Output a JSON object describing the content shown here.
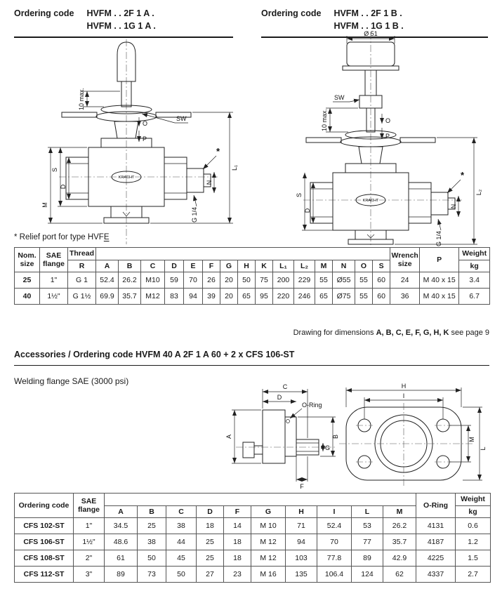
{
  "ordering_left": {
    "label": "Ordering code",
    "code1": "HVFM . . 2F 1 A .",
    "code2": "HVFM . . 1G 1 A ."
  },
  "ordering_right": {
    "label": "Ordering code",
    "code1": "HVFM . . 2F 1 B .",
    "code2": "HVFM . . 1G 1 B ."
  },
  "valve_left": {
    "brand": "KRACHT",
    "dim_10max": "10 max.",
    "dim_o": "O",
    "dim_p": "P",
    "dim_sw": "SW",
    "dim_l": "L₁",
    "dim_s": "S",
    "dim_d": "D",
    "dim_m": "M",
    "dim_n": "N",
    "dim_g": "G 1/4",
    "star": "*"
  },
  "valve_right": {
    "brand": "KRACHT",
    "dim_dia": "Ø 51",
    "dim_10max": "10 max.",
    "dim_o": "O",
    "dim_p": "P",
    "dim_sw": "SW",
    "dim_l": "L₂",
    "dim_s": "S",
    "dim_d": "D",
    "dim_n": "N",
    "dim_g": "G 1/4",
    "star": "*"
  },
  "relief_note": {
    "text": "* Relief port for type HVF",
    "underlined": "E"
  },
  "dim_table": {
    "headers": {
      "nom": "Nom. size",
      "sae": "SAE flange",
      "thread": "Thread",
      "thread_sub": "R",
      "dims": [
        "A",
        "B",
        "C",
        "D",
        "E",
        "F",
        "G",
        "H",
        "K",
        "L₁",
        "L₂",
        "M",
        "N",
        "O",
        "S"
      ],
      "wrench": "Wrench size",
      "p": "P",
      "weight": "Weight",
      "weight_sub": "kg"
    },
    "rows": [
      [
        "25",
        "1\"",
        "G 1",
        "52.4",
        "26.2",
        "M10",
        "59",
        "70",
        "26",
        "20",
        "50",
        "75",
        "200",
        "229",
        "55",
        "Ø55",
        "55",
        "60",
        "24",
        "M 40 x 15",
        "3.4"
      ],
      [
        "40",
        "1½\"",
        "G 1½",
        "69.9",
        "35.7",
        "M12",
        "83",
        "94",
        "39",
        "20",
        "65",
        "95",
        "220",
        "246",
        "65",
        "Ø75",
        "55",
        "60",
        "36",
        "M 40 x 15",
        "6.7"
      ]
    ]
  },
  "note_drawing": {
    "prefix": "Drawing for dimensions ",
    "letters": "A, B, C, E, F, G, H, K",
    "suffix": " see page 9"
  },
  "accessories": {
    "title": "Accessories / Ordering code  HVFM 40 A 2F 1 A 60 + 2 x CFS 106-ST"
  },
  "welding": {
    "title": "Welding flange SAE (3000 psi)"
  },
  "flange_section": {
    "dim_c": "C",
    "dim_d": "D",
    "oring": "O-Ring",
    "dim_a": "A",
    "dim_b": "B",
    "dim_g": "G",
    "dim_f": "F"
  },
  "flange_front": {
    "dim_h": "H",
    "dim_i": "I",
    "dim_l": "L",
    "dim_m": "M"
  },
  "flange_table": {
    "headers": {
      "ordering": "Ordering code",
      "sae": "SAE flange",
      "dims": [
        "A",
        "B",
        "C",
        "D",
        "F",
        "G",
        "H",
        "I",
        "L",
        "M"
      ],
      "oring": "O-Ring",
      "weight": "Weight",
      "weight_sub": "kg"
    },
    "rows": [
      [
        "CFS 102-ST",
        "1\"",
        "34.5",
        "25",
        "38",
        "18",
        "14",
        "M 10",
        "71",
        "52.4",
        "53",
        "26.2",
        "4131",
        "0.6"
      ],
      [
        "CFS 106-ST",
        "1½\"",
        "48.6",
        "38",
        "44",
        "25",
        "18",
        "M 12",
        "94",
        "70",
        "77",
        "35.7",
        "4187",
        "1.2"
      ],
      [
        "CFS 108-ST",
        "2\"",
        "61",
        "50",
        "45",
        "25",
        "18",
        "M 12",
        "103",
        "77.8",
        "89",
        "42.9",
        "4225",
        "1.5"
      ],
      [
        "CFS 112-ST",
        "3\"",
        "89",
        "73",
        "50",
        "27",
        "23",
        "M 16",
        "135",
        "106.4",
        "124",
        "62",
        "4337",
        "2.7"
      ]
    ]
  }
}
